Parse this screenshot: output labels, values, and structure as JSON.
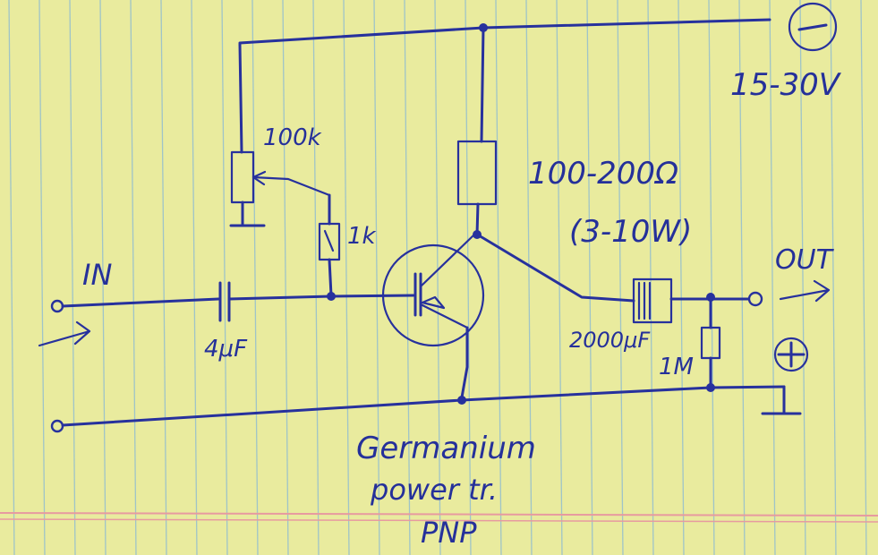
{
  "labels": {
    "supply_polarity": "−",
    "supply_voltage": "15-30V",
    "pot": "100k",
    "resistor_bias": "1k",
    "collector_load": "100-200Ω",
    "collector_load_power": "(3-10W)",
    "input": "IN",
    "input_cap": "4μF",
    "output_cap": "2000μF",
    "output": "OUT",
    "output_polarity": "+",
    "load_resistor": "1M",
    "transistor_line1": "Germanium",
    "transistor_line2": "power tr.",
    "transistor_line3": "PNP"
  },
  "colors": {
    "paper": "#e9eb9e",
    "rule_lines": "#9fc4c8",
    "margin_lines": "#e79aa0",
    "ink": "#27319d"
  }
}
